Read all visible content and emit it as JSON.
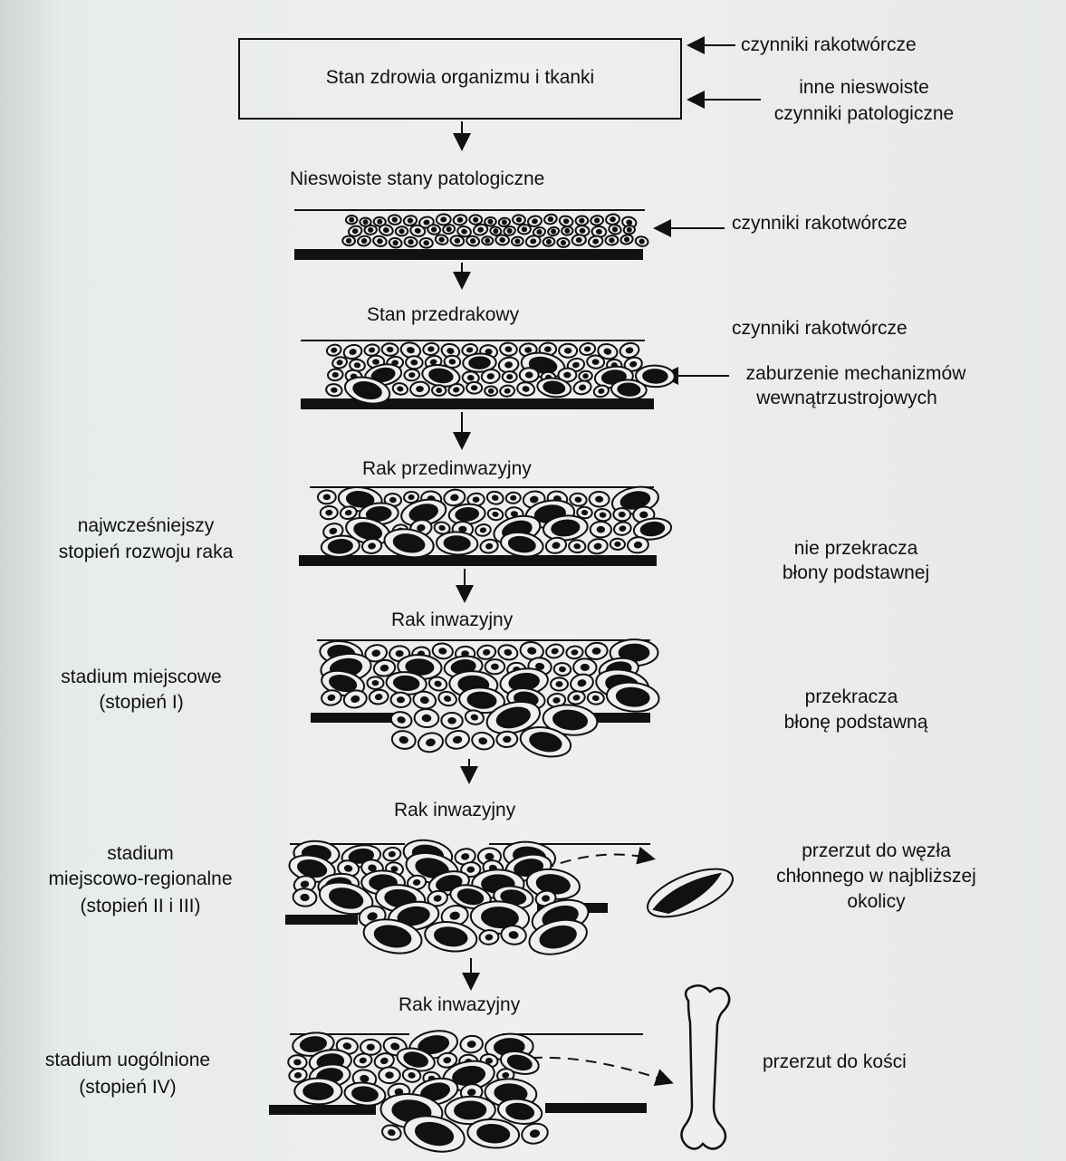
{
  "diagram": {
    "top_box": "Stan zdrowia organizmu i tkanki",
    "top_right": [
      "czynniki rakotwórcze",
      "inne nieswoiste",
      "czynniki patologiczne"
    ],
    "stages": [
      {
        "title": "Nieswoiste stany patologiczne",
        "right": [
          "czynniki rakotwórcze"
        ]
      },
      {
        "title": "Stan przedrakowy",
        "right": [
          "czynniki rakotwórcze",
          "zaburzenie mechanizmów",
          "wewnątrzustrojowych"
        ]
      },
      {
        "title": "Rak przedinwazyjny",
        "left": [
          "najwcześniejszy",
          "stopień rozwoju raka"
        ],
        "right": [
          "nie przekracza",
          "błony podstawnej"
        ]
      },
      {
        "title": "Rak inwazyjny",
        "left": [
          "stadium miejscowe",
          "(stopień I)"
        ],
        "right": [
          "przekracza",
          "błonę podstawną"
        ]
      },
      {
        "title": "Rak inwazyjny",
        "left": [
          "stadium",
          "miejscowo-regionalne",
          "(stopień II i III)"
        ],
        "right": [
          "przerzut do węzła",
          "chłonnego w najbliższej",
          "okolicy"
        ]
      },
      {
        "title": "Rak inwazyjny",
        "left": [
          "stadium uogólnione",
          "(stopień IV)"
        ],
        "right": [
          "przerzut do kości"
        ]
      }
    ]
  },
  "colors": {
    "ink": "#111111",
    "paper": "#e9ecec"
  }
}
